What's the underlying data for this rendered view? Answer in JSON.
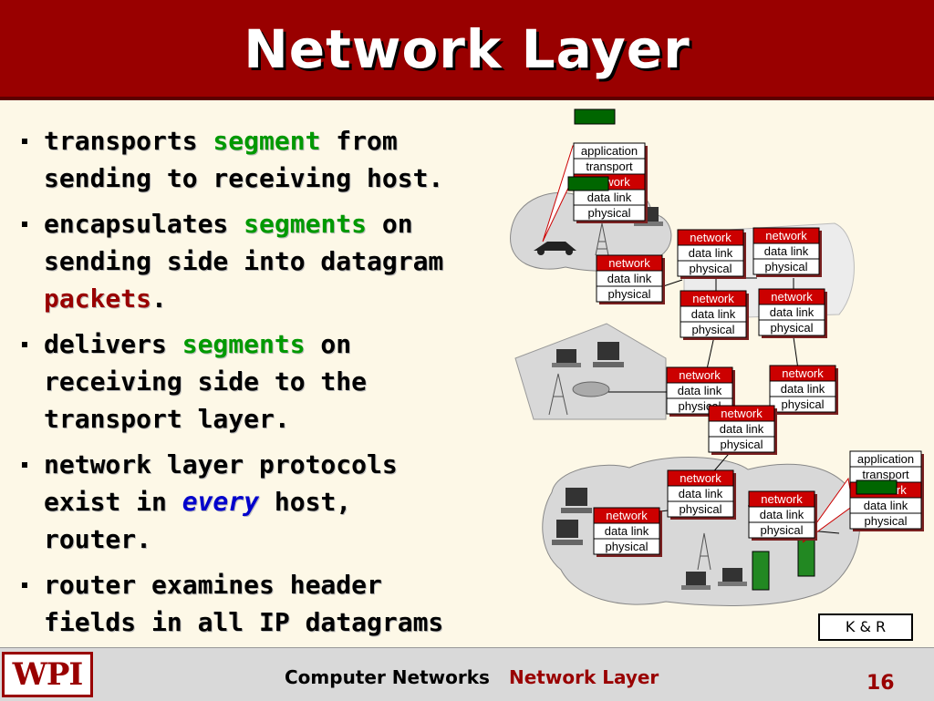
{
  "slide": {
    "title": "Network Layer",
    "bullets": [
      [
        {
          "t": "transports "
        },
        {
          "t": "segment",
          "c": "green"
        },
        {
          "t": " from sending to receiving host."
        }
      ],
      [
        {
          "t": "encapsulates "
        },
        {
          "t": "segments",
          "c": "green"
        },
        {
          "t": " on sending side into datagram "
        },
        {
          "t": "packets",
          "c": "red"
        },
        {
          "t": "."
        }
      ],
      [
        {
          "t": "delivers "
        },
        {
          "t": "segments",
          "c": "green"
        },
        {
          "t": " on receiving side to the transport layer."
        }
      ],
      [
        {
          "t": "network layer protocols exist in "
        },
        {
          "t": "every",
          "c": "blue",
          "italic": true
        },
        {
          "t": " host, router."
        }
      ],
      [
        {
          "t": "router examines header fields in all IP datagrams passing through it."
        }
      ]
    ],
    "credit": "K & R"
  },
  "diagram": {
    "host_stack": [
      "application",
      "transport",
      "network",
      "data link",
      "physical"
    ],
    "router_stack": [
      "network",
      "data link",
      "physical"
    ]
  },
  "footer": {
    "logo": "WPI",
    "course": "Computer Networks",
    "chapter": "Network Layer",
    "page": "16"
  },
  "colors": {
    "title_bg": "#990000",
    "green": "#009900",
    "red": "#990000",
    "blue": "#0000cc",
    "network_red": "#cc0000",
    "datagram_green": "#006600",
    "cloud": "#d8d8d8"
  }
}
